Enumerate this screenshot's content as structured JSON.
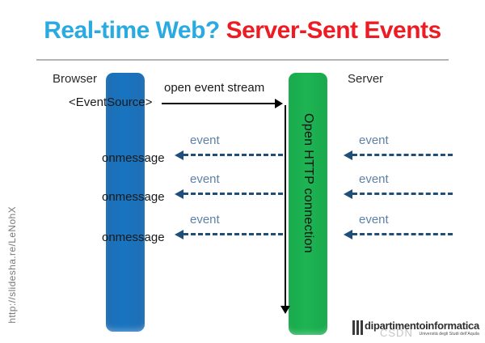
{
  "title": {
    "part_a": "Real-time Web? ",
    "part_b": "Server-Sent Events",
    "color_a": "#29ABE2",
    "color_b": "#ED1C24"
  },
  "diagram": {
    "browser": {
      "label": "Browser",
      "bar_color": "#1874c0",
      "api_label": "<EventSource>"
    },
    "server": {
      "label": "Server",
      "bar_color": "#1eb453",
      "vertical_text": "Open HTTP connection"
    },
    "open_stream": {
      "label": "open event stream",
      "color": "#000000"
    },
    "client_messages": [
      {
        "handler": "onmessage",
        "event_label": "event"
      },
      {
        "handler": "onmessage",
        "event_label": "event"
      },
      {
        "handler": "onmessage",
        "event_label": "event"
      }
    ],
    "server_events": [
      {
        "event_label": "event"
      },
      {
        "event_label": "event"
      },
      {
        "event_label": "event"
      }
    ],
    "arrow_color": "#1f4e79",
    "event_text_color": "#5f81a8"
  },
  "slide_url": "http://slidesha.re/LeNohX",
  "footer_logo": {
    "main": "dipartimentoinformatica",
    "sub": "Università degli Studi dell'Aquila"
  },
  "watermark": "CSDN"
}
